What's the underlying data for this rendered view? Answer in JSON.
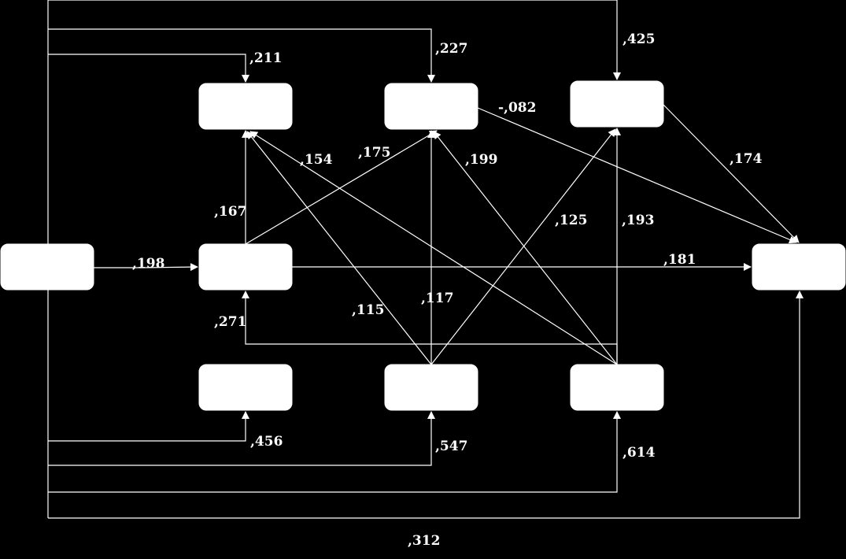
{
  "diagram": {
    "background": "#000000",
    "box_color": "#ffffff",
    "line_color": "#ffffff",
    "nodes": [
      {
        "id": "n-left",
        "label": ""
      },
      {
        "id": "n-top-1",
        "label": ""
      },
      {
        "id": "n-top-2",
        "label": ""
      },
      {
        "id": "n-top-3",
        "label": ""
      },
      {
        "id": "n-mid",
        "label": ""
      },
      {
        "id": "n-right",
        "label": ""
      },
      {
        "id": "n-bot-1",
        "label": ""
      },
      {
        "id": "n-bot-2",
        "label": ""
      },
      {
        "id": "n-bot-3",
        "label": ""
      }
    ],
    "coefficients": {
      "c425": ",425",
      "c227": ",227",
      "c211": ",211",
      "c082": "-,082",
      "c174": ",174",
      "c154": ",154",
      "c175": ",175",
      "c199": ",199",
      "c167": ",167",
      "c125": ",125",
      "c193": ",193",
      "c198": ",198",
      "c181": ",181",
      "c117": ",117",
      "c115": ",115",
      "c271": ",271",
      "c456": ",456",
      "c547": ",547",
      "c614": ",614",
      "c312": ",312"
    }
  }
}
